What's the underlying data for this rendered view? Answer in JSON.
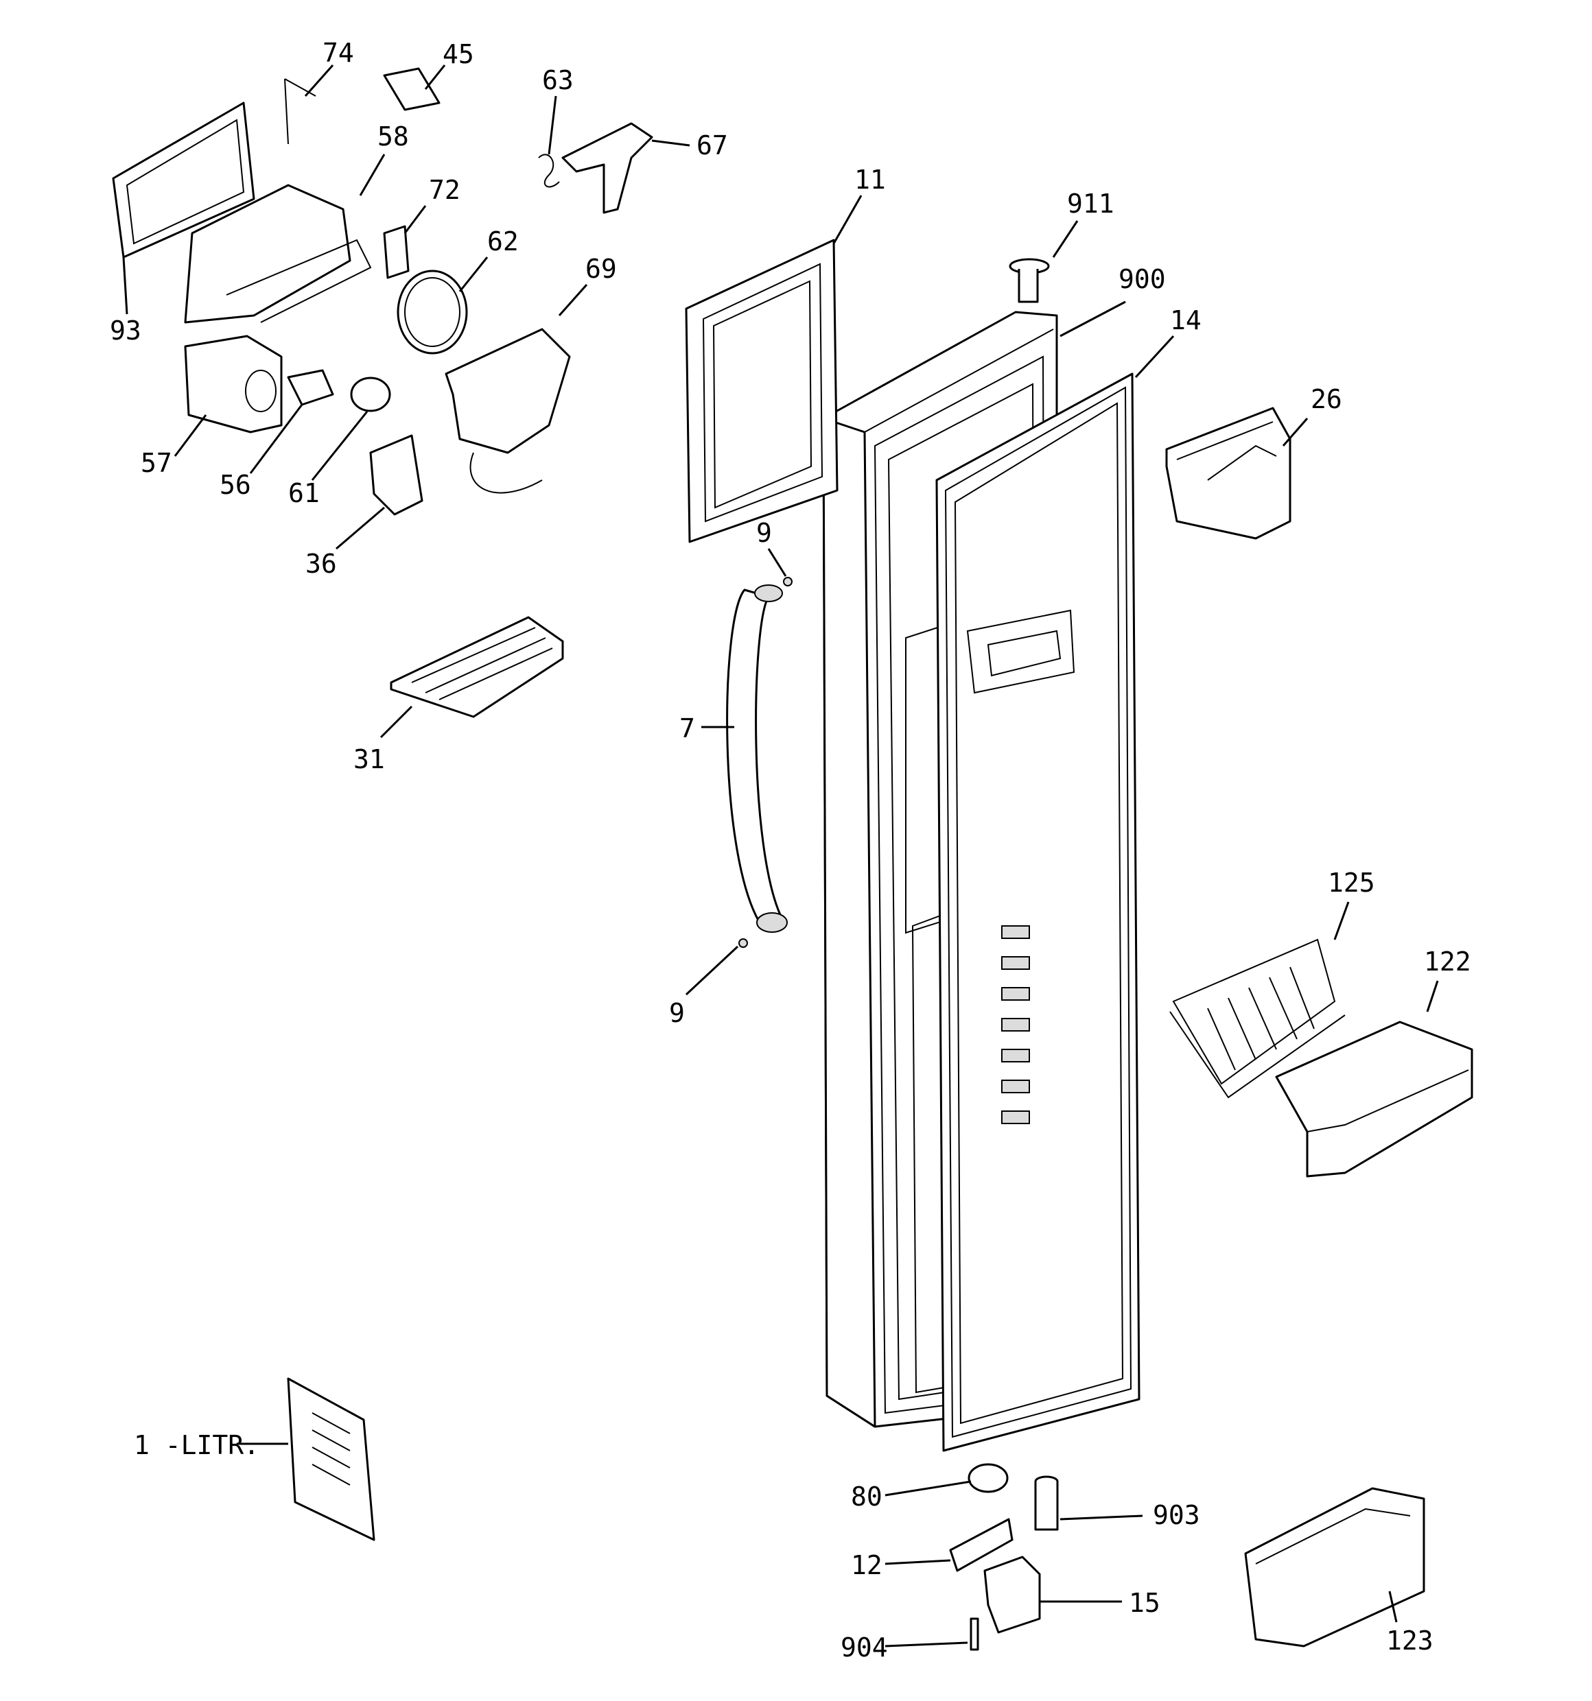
{
  "labels": {
    "p74": "74",
    "p45": "45",
    "p63": "63",
    "p67": "67",
    "p58": "58",
    "p72": "72",
    "p62": "62",
    "p69": "69",
    "p93": "93",
    "p57": "57",
    "p56": "56",
    "p61": "61",
    "p36": "36",
    "p31": "31",
    "p11": "11",
    "p911": "911",
    "p900": "900",
    "p14": "14",
    "p26": "26",
    "p9a": "9",
    "p7": "7",
    "p9b": "9",
    "p125": "125",
    "p122": "122",
    "p1": "1 -LITR.",
    "p80": "80",
    "p903": "903",
    "p12": "12",
    "p15": "15",
    "p904": "904",
    "p123": "123"
  }
}
